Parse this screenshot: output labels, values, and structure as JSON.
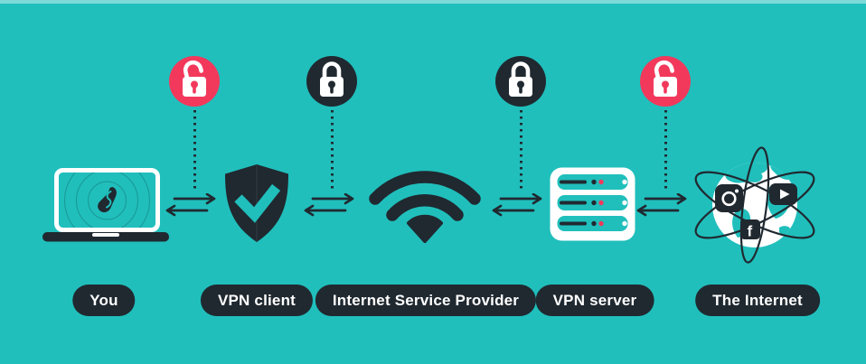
{
  "colors": {
    "background": "#20bfbc",
    "dark": "#202930",
    "red": "#f2395c",
    "white": "#ffffff"
  },
  "nodes": [
    {
      "id": "you",
      "label": "You",
      "icon": "laptop-surfshark-icon"
    },
    {
      "id": "vpn-client",
      "label": "VPN client",
      "icon": "shield-check-icon"
    },
    {
      "id": "isp",
      "label": "Internet Service Provider",
      "icon": "wifi-icon"
    },
    {
      "id": "vpn-server",
      "label": "VPN server",
      "icon": "server-icon"
    },
    {
      "id": "the-internet",
      "label": "The Internet",
      "icon": "globe-social-icon"
    }
  ],
  "connections": [
    {
      "from": "You",
      "to": "VPN client",
      "lock_state": "unlocked",
      "lock_color": "#f2395c"
    },
    {
      "from": "VPN client",
      "to": "Internet Service Provider",
      "lock_state": "locked",
      "lock_color": "#202930"
    },
    {
      "from": "Internet Service Provider",
      "to": "VPN server",
      "lock_state": "locked",
      "lock_color": "#202930"
    },
    {
      "from": "VPN server",
      "to": "The Internet",
      "lock_state": "unlocked",
      "lock_color": "#f2395c"
    }
  ],
  "icons": {
    "facebook_glyph": "f"
  }
}
